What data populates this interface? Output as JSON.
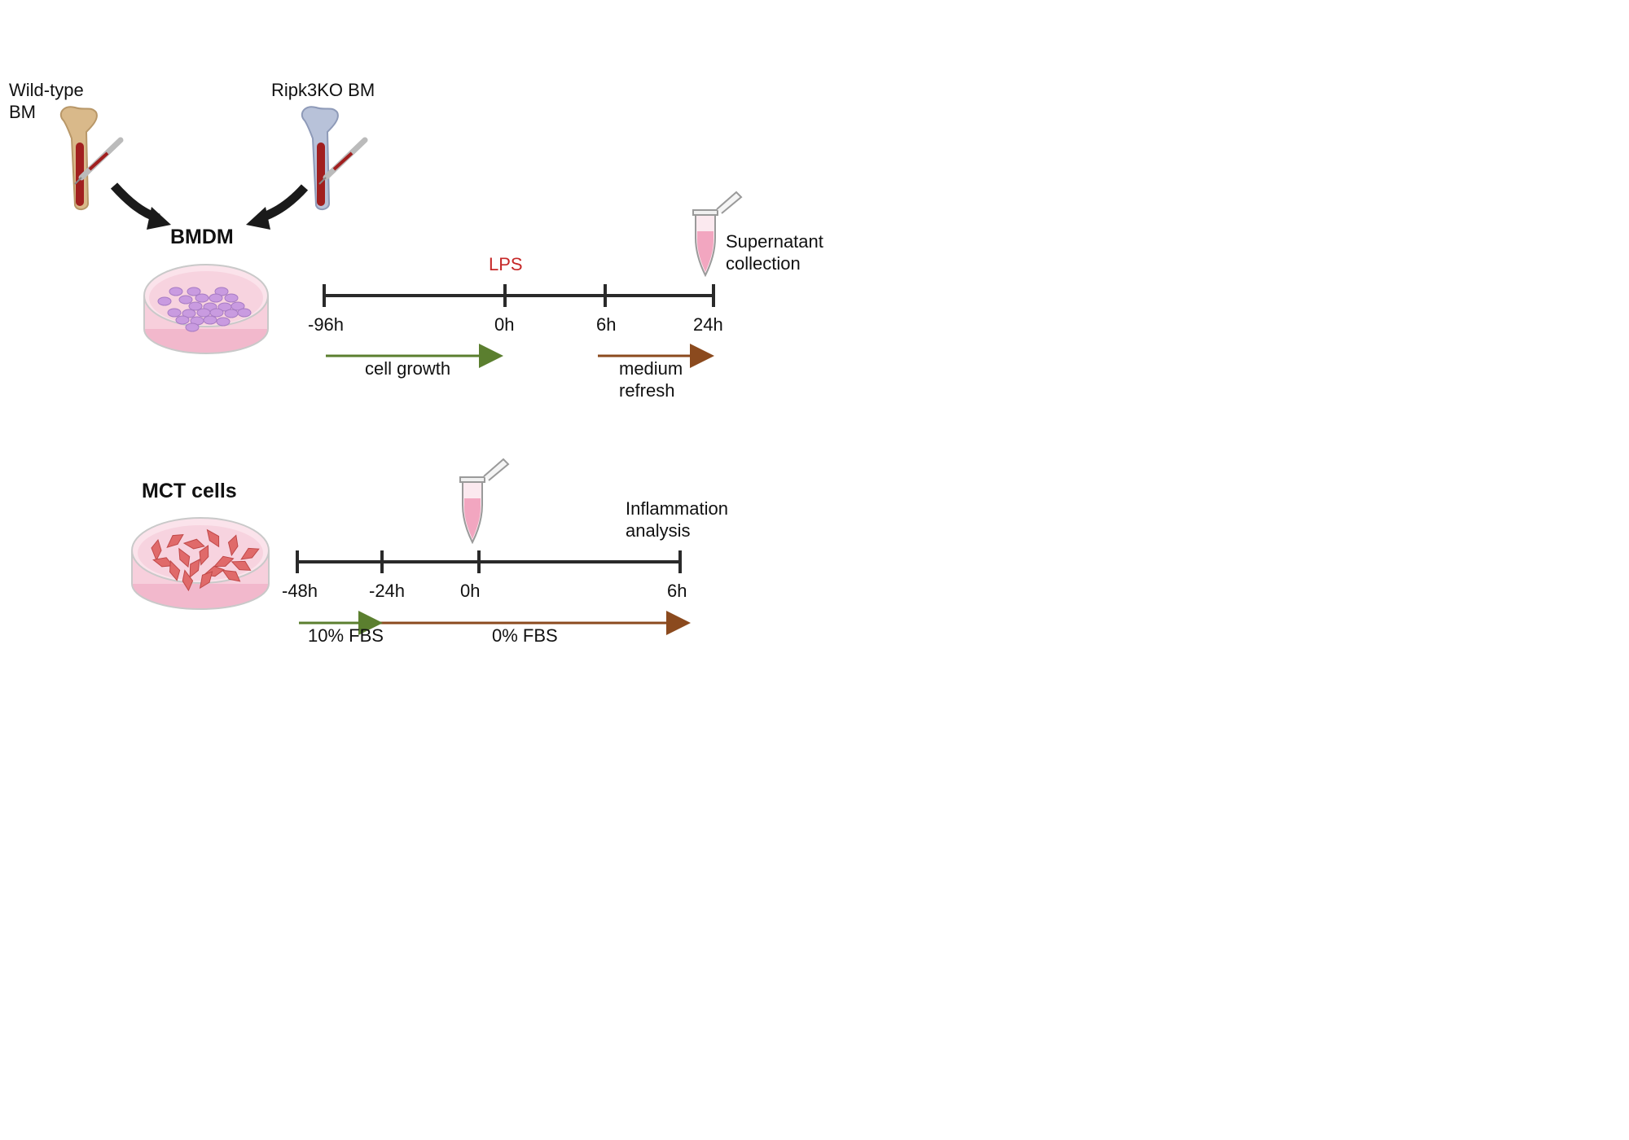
{
  "sources": {
    "wild_type": "Wild-type\nBM",
    "knockout": "Ripk3KO BM"
  },
  "bmdm": {
    "title": "BMDM",
    "lps_label": "LPS",
    "ticks": [
      "-96h",
      "0h",
      "6h",
      "24h"
    ],
    "collection_label": "Supernatant\ncollection",
    "arrow_growth": "cell growth",
    "arrow_refresh": "medium\nrefresh"
  },
  "mct": {
    "title": "MCT cells",
    "ticks": [
      "-48h",
      "-24h",
      "0h",
      "6h"
    ],
    "analysis_label": "Inflammation\nanalysis",
    "arrow_fbs10": "10% FBS",
    "arrow_fbs0": "0% FBS"
  },
  "colors": {
    "green_arrow": "#5b7f2f",
    "brown_arrow": "#8b4a1e",
    "lps_red": "#c62828",
    "dish_pink": "#f5c6d6",
    "bmdm_cell": "#c99be0",
    "mct_cell": "#e06a6a"
  }
}
